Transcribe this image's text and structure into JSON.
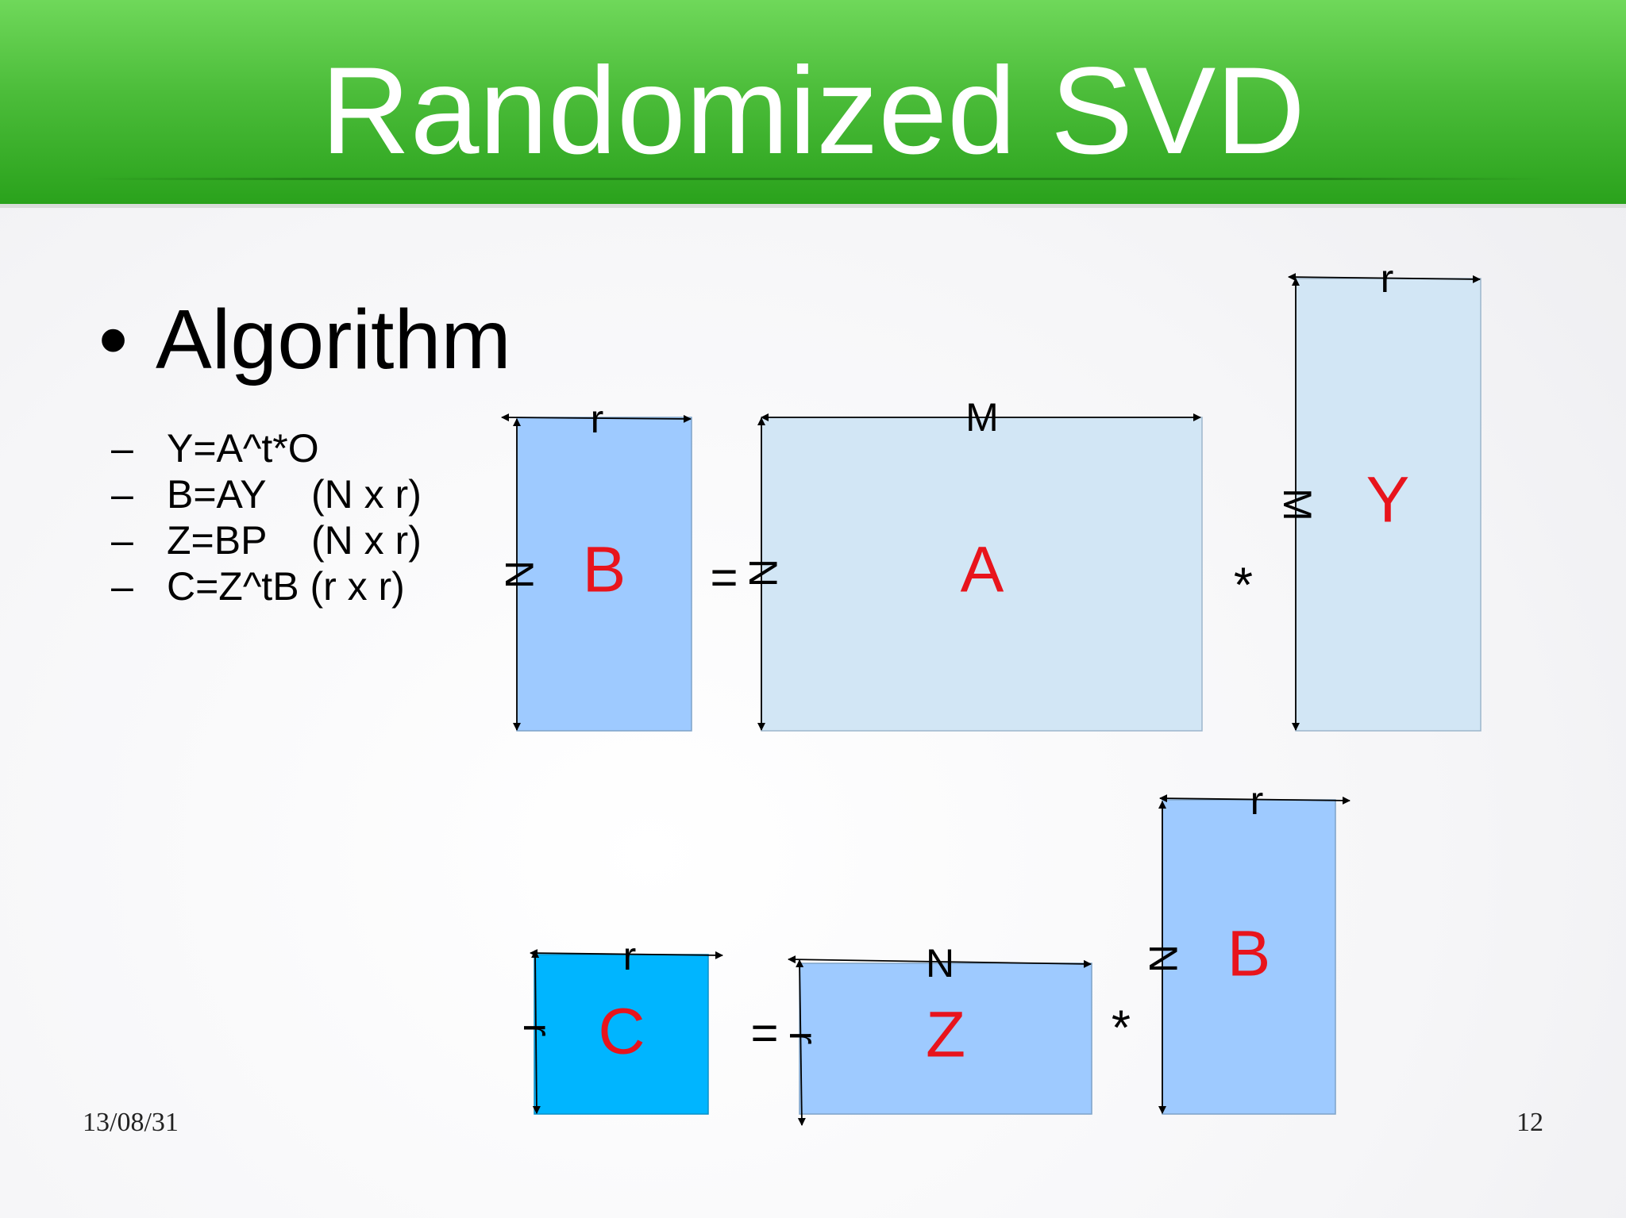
{
  "title": "Randomized SVD",
  "bullet": "Algorithm",
  "steps": [
    {
      "dash": "–",
      "expr": "Y=A^t*O",
      "dim": ""
    },
    {
      "dash": "–",
      "expr": "B=AY",
      "dim": "(N x r)"
    },
    {
      "dash": "–",
      "expr": "Z=BP",
      "dim": "(N x r)"
    },
    {
      "dash": "–",
      "expr": "C=Z^tB (r x r)",
      "dim": ""
    }
  ],
  "diagram": {
    "row1": {
      "result": {
        "name": "B",
        "width_label": "r",
        "height_label": "N"
      },
      "equals": "=",
      "factor1": {
        "name": "A",
        "width_label": "M",
        "height_label": "N"
      },
      "times": "*",
      "factor2": {
        "name": "Y",
        "width_label": "r",
        "height_label": "M"
      }
    },
    "row2": {
      "result": {
        "name": "C",
        "width_label": "r",
        "height_label": "r"
      },
      "equals": "=",
      "factor1": {
        "name": "Z",
        "width_label": "N",
        "height_label": "r"
      },
      "times": "*",
      "factor2": {
        "name": "B",
        "width_label": "r",
        "height_label": "N"
      }
    }
  },
  "colors": {
    "header_green": "#3fb22e",
    "matrix_pale": "#d2e6f5",
    "matrix_mid": "#9ecaff",
    "matrix_bright": "#00b5ff",
    "matrix_letter": "#e8141c"
  },
  "footer": {
    "date": "13/08/31",
    "page": "12"
  }
}
